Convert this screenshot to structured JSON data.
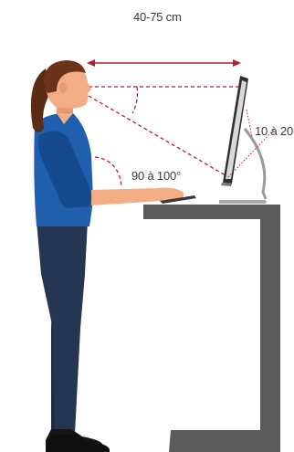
{
  "labels": {
    "distance": "40-75 cm",
    "elbow_angle": "90 à 100°",
    "screen_tilt": "10 à 20°"
  },
  "colors": {
    "accent_red": "#b01f33",
    "shirt_blue": "#1f5fae",
    "shirt_dark": "#154a8c",
    "pants_navy": "#243652",
    "hair_brown": "#6b3318",
    "skin": "#f3ad86",
    "desk_gray": "#5a5a5a",
    "monitor_dark": "#3a3a3a",
    "shoe_black": "#151515"
  }
}
